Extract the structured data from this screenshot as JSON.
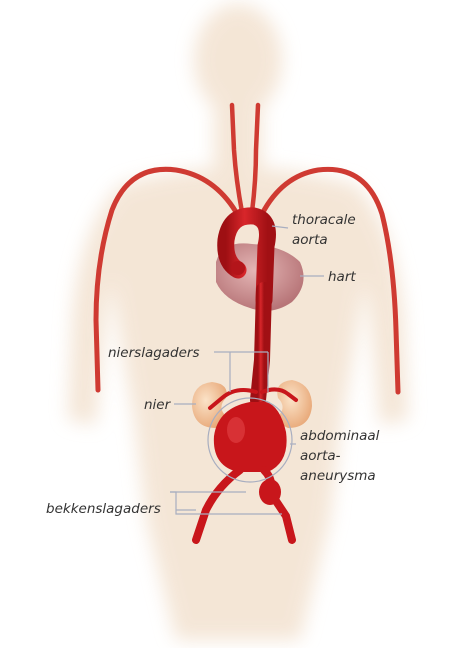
{
  "colors": {
    "background": "#ffffff",
    "skin": "#f4e3d2",
    "artery": "#c8161b",
    "artery_dark": "#8f0c10",
    "heart": "#c9878a",
    "kidney": "#e9b48a",
    "leader_line": "#a8aec0",
    "label_text": "#333333"
  },
  "labels": {
    "thoracale_line1": "thoracale",
    "thoracale_line2": "aorta",
    "hart": "hart",
    "nierslagaders": "nierslagaders",
    "nier": "nier",
    "aneurysma_line1": "abdominaal",
    "aneurysma_line2": "aorta-",
    "aneurysma_line3": "aneurysma",
    "bekkenslagaders": "bekkenslagaders"
  }
}
